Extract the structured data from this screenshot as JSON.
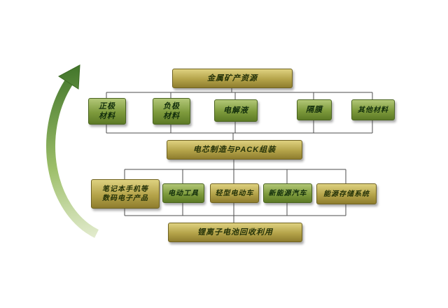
{
  "diagram": {
    "type": "flowchart",
    "topic": "锂离子电池产业链",
    "colors": {
      "gold_box": "#b4a349",
      "green_box": "#7d9a3c",
      "connector": "#4d4d4d",
      "arrow_dark": "#4a7c28",
      "arrow_light": "#dfe9c8"
    },
    "top_box": {
      "label": "金属矿产资源"
    },
    "material_row": [
      {
        "line1": "正极",
        "line2": "材料"
      },
      {
        "line1": "负极",
        "line2": "材料"
      },
      {
        "line1": "电解液",
        "line2": ""
      },
      {
        "line1": "隔膜",
        "line2": ""
      },
      {
        "line1": "其他材料",
        "line2": ""
      }
    ],
    "pack_box": {
      "label": "电芯制造与PACK组装"
    },
    "application_row": [
      {
        "line1": "笔记本手机等",
        "line2": "数码电子产品"
      },
      {
        "line1": "电动工具",
        "line2": ""
      },
      {
        "line1": "轻型电动车",
        "line2": ""
      },
      {
        "line1": "新能源汽车",
        "line2": ""
      },
      {
        "line1": "能源存储系统",
        "line2": ""
      }
    ],
    "recycle_box": {
      "label": "锂离子电池回收利用"
    }
  }
}
